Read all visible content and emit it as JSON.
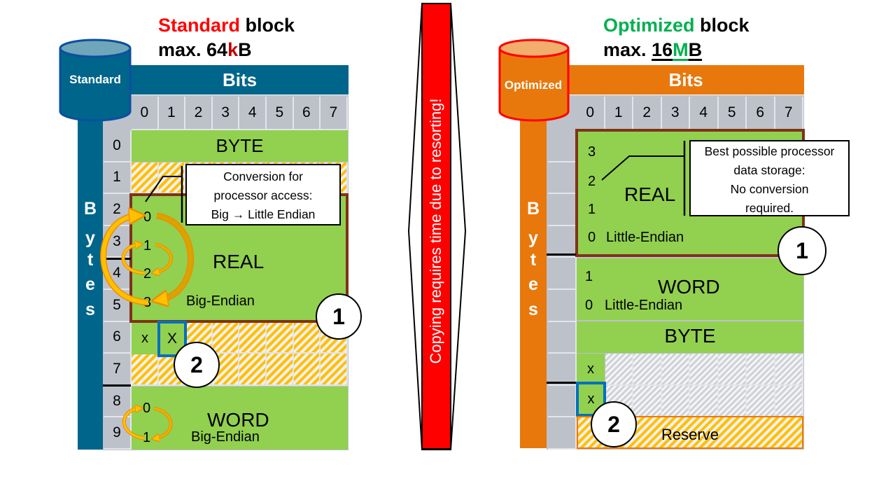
{
  "standard": {
    "title": {
      "highlight": "Standard",
      "rest": " block",
      "max_prefix": "max. 64",
      "max_unit_highlight": "k",
      "max_unit_rest": "B"
    },
    "cylinder_label": "Standard",
    "bits_header": "Bits",
    "bit_numbers": [
      "0",
      "1",
      "2",
      "3",
      "4",
      "5",
      "6",
      "7"
    ],
    "bytes_label": [
      "B",
      "y",
      "t",
      "e",
      "s"
    ],
    "row_numbers": [
      "0",
      "1",
      "2",
      "3",
      "4",
      "5",
      "6",
      "7",
      "8",
      "9"
    ],
    "byte_block": {
      "label": "BYTE"
    },
    "real_block": {
      "label": "REAL",
      "endianness": "Big-Endian",
      "byte_order": [
        "0",
        "1",
        "2",
        "3"
      ]
    },
    "word_block": {
      "label": "WORD",
      "endianness": "Big-Endian",
      "byte_order": [
        "0",
        "1"
      ]
    },
    "bool_cells": [
      "x",
      "X"
    ],
    "callout": {
      "lines": [
        "Conversion for",
        "processor access:",
        "Big → Little Endian"
      ]
    },
    "badges": {
      "one": "1",
      "two": "2"
    }
  },
  "transfer": {
    "text": "Copying requires time due to resorting!"
  },
  "optimized": {
    "title": {
      "highlight": "Optimized",
      "rest": " block",
      "max_prefix": "max. ",
      "max_unit_a": "16",
      "max_unit_highlight": "M",
      "max_unit_rest": "B"
    },
    "cylinder_label": "Optimized",
    "bits_header": "Bits",
    "bit_numbers": [
      "0",
      "1",
      "2",
      "3",
      "4",
      "5",
      "6",
      "7"
    ],
    "bytes_label": [
      "B",
      "y",
      "t",
      "e",
      "s"
    ],
    "real_block": {
      "label": "REAL",
      "endianness": "Little-Endian",
      "byte_order": [
        "3",
        "2",
        "1",
        "0"
      ]
    },
    "word_block": {
      "label": "WORD",
      "endianness": "Little-Endian",
      "byte_order": [
        "1",
        "0"
      ]
    },
    "byte_block": {
      "label": "BYTE"
    },
    "bool_cells": [
      "x",
      "x"
    ],
    "reserve_label": "Reserve",
    "callout": {
      "lines": [
        "Best possible processor",
        "data storage:",
        "No conversion",
        "required."
      ]
    },
    "badges": {
      "one": "1",
      "two": "2"
    }
  },
  "colors": {
    "standard_accent": "#00658A",
    "optimized_accent": "#E8780C",
    "data_green": "#92D050",
    "structure_border": "#7F3317",
    "bool_highlight": "#0070C0",
    "transfer_red": "#FF0000",
    "reserve_hatch": "#FFC000"
  }
}
